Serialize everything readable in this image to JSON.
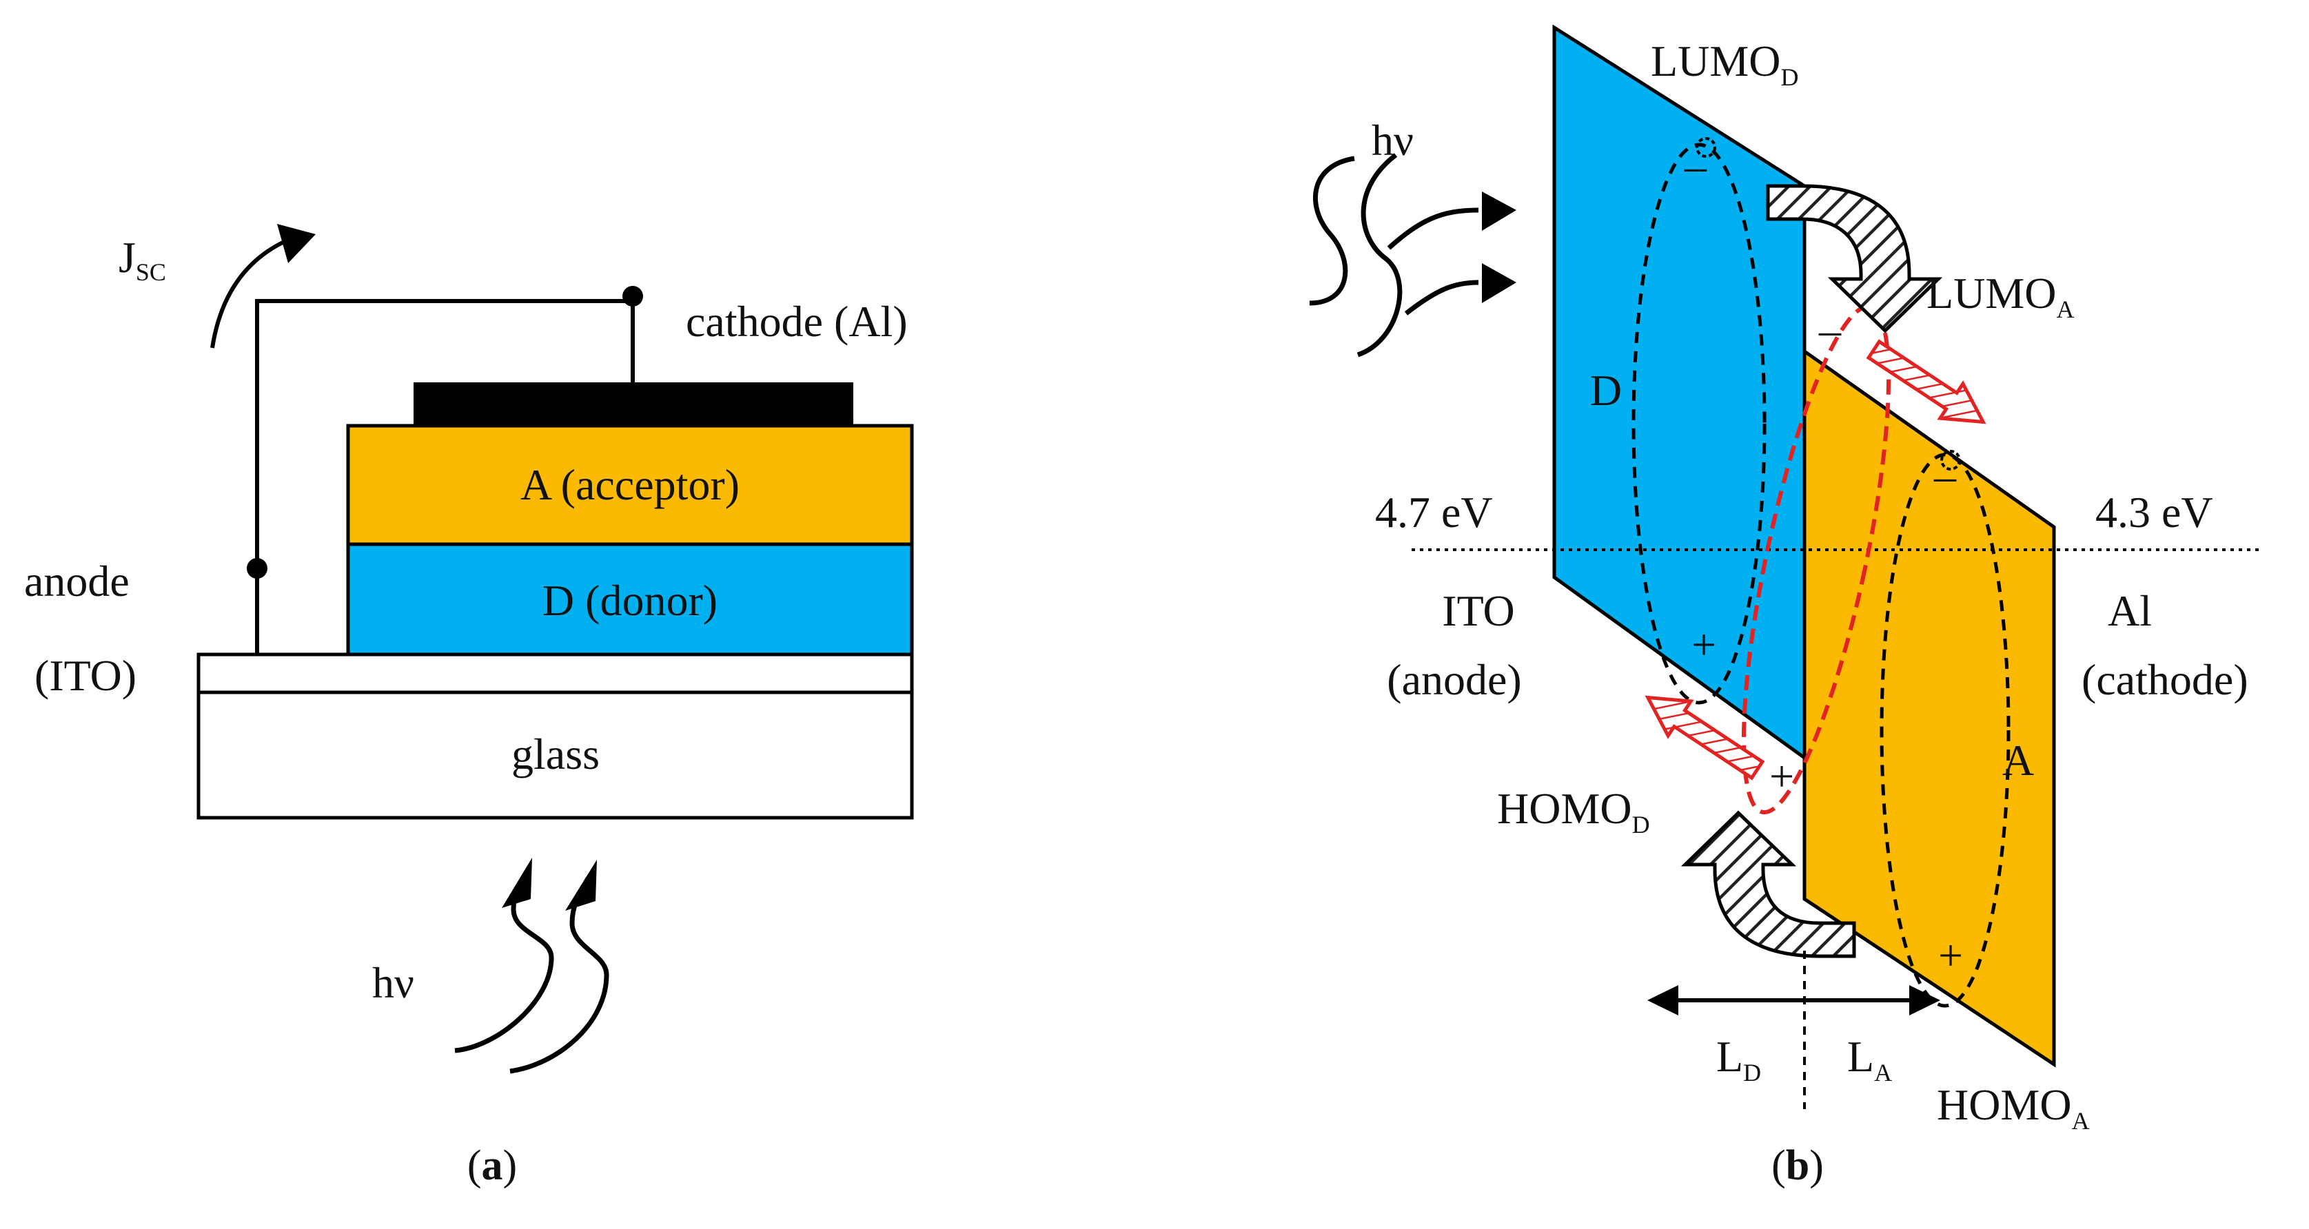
{
  "panel_a": {
    "caption_letter": "a",
    "jsc_main": "J",
    "jsc_sub": "SC",
    "cathode_label": "cathode (Al)",
    "acceptor_label": "A (acceptor)",
    "donor_label": "D (donor)",
    "anode_label_line1": "anode",
    "anode_label_line2": "(ITO)",
    "glass_label": "glass",
    "light_label": "hν",
    "colors": {
      "acceptor": "#FBBA00",
      "donor": "#00B0F0",
      "electrode": "#000000",
      "glass": "#FFFFFF"
    }
  },
  "panel_b": {
    "caption_letter": "b",
    "light_label": "hν",
    "lumo_d_main": "LUMO",
    "lumo_d_sub": "D",
    "lumo_a_main": "LUMO",
    "lumo_a_sub": "A",
    "homo_d_main": "HOMO",
    "homo_d_sub": "D",
    "homo_a_main": "HOMO",
    "homo_a_sub": "A",
    "donor_letter": "D",
    "acceptor_letter": "A",
    "ito_work_function": "4.7 eV",
    "al_work_function": "4.3 eV",
    "ito_label_line1": "ITO",
    "ito_label_line2": "(anode)",
    "al_label_line1": "Al",
    "al_label_line2": "(cathode)",
    "ld_main": "L",
    "ld_sub": "D",
    "la_main": "L",
    "la_sub": "A",
    "minus_sign": "–",
    "plus_sign": "+",
    "colors": {
      "donor": "#00B0F0",
      "acceptor": "#FBBA00",
      "exciton_interface": "#E32222"
    }
  }
}
